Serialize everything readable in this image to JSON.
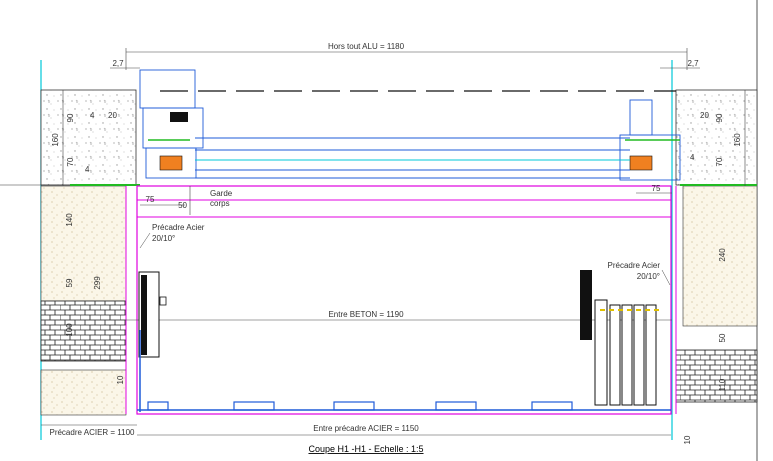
{
  "drawing": {
    "title": "Coupe H1 -H1 - Echelle : 1:5",
    "dimensions": {
      "hors_tout_alu": "Hors tout ALU = 1180",
      "entre_beton": "Entre BETON = 1190",
      "entre_precadre_acier": "Entre précadre ACIER = 1150",
      "precadre_acier_left": "Précadre ACIER = 1100",
      "left_offset": "2,7",
      "right_offset": "2,7",
      "left_160": "160",
      "left_90": "90",
      "left_70": "70",
      "left_20": "20",
      "left_4a": "4",
      "left_4b": "4",
      "right_160": "160",
      "right_90": "90",
      "right_70": "70",
      "right_20": "20",
      "right_4": "4",
      "left_75": "75",
      "right_75": "75",
      "garde_50": "50",
      "left_140": "140",
      "left_59": "59",
      "left_299": "299",
      "left_100": "100",
      "left_10": "10",
      "right_240": "240",
      "right_50": "50",
      "right_110": "110",
      "right_10": "10",
      "small_10": "10"
    },
    "labels": {
      "garde_corps_1": "Garde",
      "garde_corps_2": "corps",
      "precadre_left_1": "Précadre Acier",
      "precadre_left_2": "20/10°",
      "precadre_right_1": "Précadre Acier",
      "precadre_right_2": "20/10°"
    },
    "colors": {
      "magenta": "#e000e0",
      "blue": "#1e5bd8",
      "cyan": "#00c8d8",
      "green": "#22bb22",
      "orange": "#f08020",
      "gray": "#777777"
    }
  }
}
